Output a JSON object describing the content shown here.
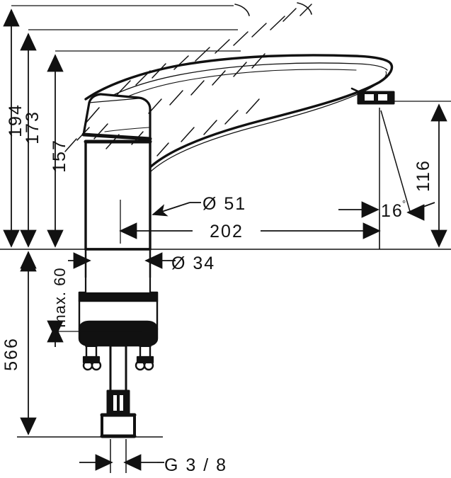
{
  "drawing": {
    "type": "technical-dimension-drawing",
    "subject": "single-lever kitchen mixer tap, side elevation with dimensions",
    "units": "mm",
    "line_color": "#111111",
    "background_color": "#ffffff"
  },
  "dimensions": {
    "height_handle_up": "194",
    "height_handle_up_alt": "173",
    "height_body": "157",
    "spout_reach": "202",
    "spout_height": "116",
    "spout_angle": "16",
    "degree_symbol": "°",
    "handle_diameter": "Ø 51",
    "body_diameter": "Ø 34",
    "max_counter_thickness": "max. 60",
    "hose_length": "566",
    "thread_size": "G 3 / 8"
  },
  "labels": [
    {
      "name": "dim-194",
      "value": "194",
      "orientation": "vertical"
    },
    {
      "name": "dim-173",
      "value": "173",
      "orientation": "vertical"
    },
    {
      "name": "dim-157",
      "value": "157",
      "orientation": "vertical"
    },
    {
      "name": "dim-max-60",
      "value": "max. 60",
      "orientation": "vertical"
    },
    {
      "name": "dim-566",
      "value": "566",
      "orientation": "vertical"
    },
    {
      "name": "dim-116",
      "value": "116",
      "orientation": "vertical"
    },
    {
      "name": "dim-d51",
      "value": "Ø 51",
      "orientation": "horizontal"
    },
    {
      "name": "dim-d34",
      "value": "Ø 34",
      "orientation": "horizontal"
    },
    {
      "name": "dim-202",
      "value": "202",
      "orientation": "horizontal"
    },
    {
      "name": "dim-16deg",
      "value": "16",
      "orientation": "horizontal"
    },
    {
      "name": "dim-g38",
      "value": "G 3 / 8",
      "orientation": "horizontal"
    }
  ]
}
